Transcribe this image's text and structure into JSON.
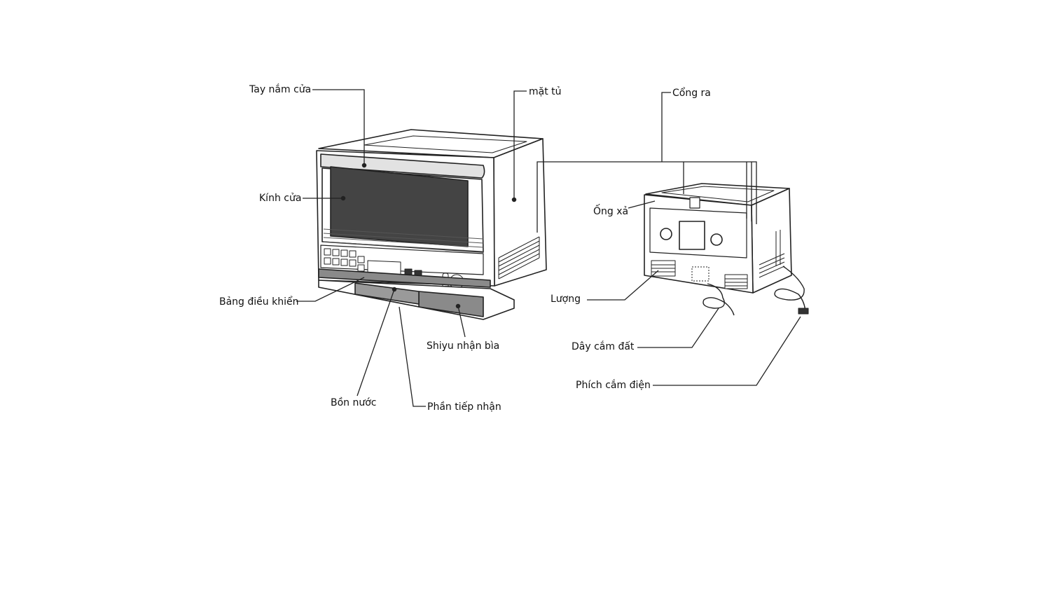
{
  "labels": {
    "door_handle": "Tay nắm cửa",
    "door_glass": "Kính cửa",
    "control_panel": "Bảng điều khiển",
    "water_tank": "Bồn nước",
    "receiver": "Phần tiếp nhận",
    "drip_tray": "Shiyu nhận bìa",
    "cabinet": "mặt tủ",
    "outlet": "Cổng ra",
    "exhaust_pipe": "Ống xả",
    "vent": "Lượng",
    "ground_wire": "Dây cắm đất",
    "power_plug": "Phích cắm điện"
  },
  "colors": {
    "line": "#222222",
    "body_fill": "#ffffff",
    "glass_fill": "#444444",
    "tray_fill": "#8a8a8a"
  }
}
